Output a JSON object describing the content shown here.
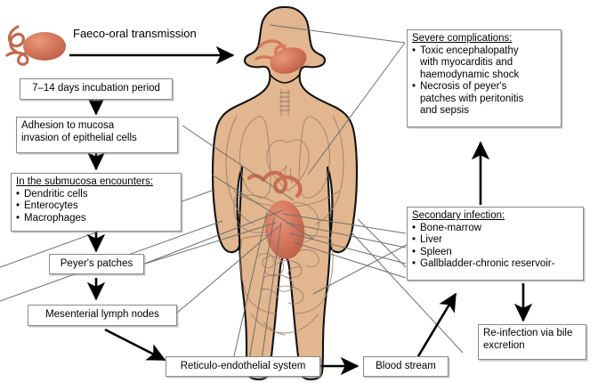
{
  "diagram": {
    "title": "Typhoid fever pathogenesis flow diagram",
    "colors": {
      "skin": "#E2B68E",
      "skin_outline": "#111111",
      "organ_line": "#8c6d5d",
      "bacteria": "#D4775C",
      "bacteria_dark": "#B85B42",
      "box_border": "#8a8a88",
      "arrow": "#000000",
      "leader_line": "#6f6f6f"
    },
    "caption": {
      "transmission_label": "Faeco-oral transmission"
    },
    "pathogen": {
      "name": "salmonella-bacterium",
      "flagella_count": 2
    },
    "boxes": {
      "incubation": {
        "text": "7–14 days incubation period"
      },
      "adhesion": {
        "line1": "Adhesion to mucosa",
        "line2": "invasion of epithelial cells"
      },
      "submucosa": {
        "header": "In the submucosa encounters:",
        "items": [
          "Dendritic cells",
          "Enterocytes",
          "Macrophages"
        ]
      },
      "peyers": {
        "text": "Peyer's patches"
      },
      "mesenterial": {
        "text": "Mesenterial lymph nodes"
      },
      "reticulo": {
        "text": "Reticulo-endothelial system"
      },
      "blood": {
        "text": "Blood stream"
      },
      "severe": {
        "header": "Severe complications:",
        "items": [
          {
            "lines": [
              "Toxic encephalopathy",
              "with myocarditis and",
              "haemodynamic shock"
            ]
          },
          {
            "lines": [
              "Necrosis of peyer's",
              "patches with peritonitis",
              "and sepsis"
            ]
          }
        ]
      },
      "secondary": {
        "header": "Secondary infection:",
        "items": [
          "Bone-marrow",
          "Liver",
          "Spleen",
          "Gallbladder-chronic reservoir-"
        ]
      },
      "reinfection": {
        "line1": "Re-infection via bile",
        "line2": "excretion"
      }
    }
  }
}
